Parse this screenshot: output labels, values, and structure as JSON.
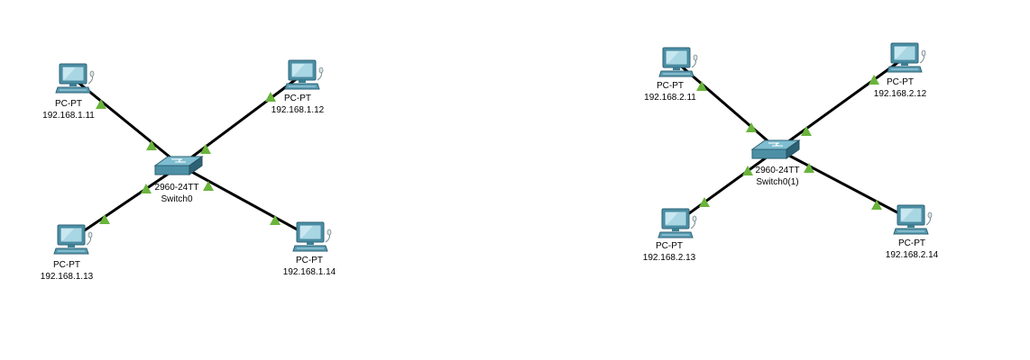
{
  "colors": {
    "background": "#ffffff",
    "link": "#000000",
    "link_up_indicator": "#6ab43c",
    "device_body": "#4d90a6",
    "device_light": "#a9d6e3",
    "device_dark": "#2d6275"
  },
  "networks": [
    {
      "switch": {
        "model": "2960-24TT",
        "name": "Switch0",
        "icon": "switch-icon"
      },
      "pcs": [
        {
          "type": "PC-PT",
          "ip": "192.168.1.11",
          "icon": "pc-icon",
          "link_status": "up"
        },
        {
          "type": "PC-PT",
          "ip": "192.168.1.12",
          "icon": "pc-icon",
          "link_status": "up"
        },
        {
          "type": "PC-PT",
          "ip": "192.168.1.13",
          "icon": "pc-icon",
          "link_status": "up"
        },
        {
          "type": "PC-PT",
          "ip": "192.168.1.14",
          "icon": "pc-icon",
          "link_status": "up"
        }
      ]
    },
    {
      "switch": {
        "model": "2960-24TT",
        "name": "Switch0(1)",
        "icon": "switch-icon"
      },
      "pcs": [
        {
          "type": "PC-PT",
          "ip": "192.168.2.11",
          "icon": "pc-icon",
          "link_status": "up"
        },
        {
          "type": "PC-PT",
          "ip": "192.168.2.12",
          "icon": "pc-icon",
          "link_status": "up"
        },
        {
          "type": "PC-PT",
          "ip": "192.168.2.13",
          "icon": "pc-icon",
          "link_status": "up"
        },
        {
          "type": "PC-PT",
          "ip": "192.168.2.14",
          "icon": "pc-icon",
          "link_status": "up"
        }
      ]
    }
  ]
}
